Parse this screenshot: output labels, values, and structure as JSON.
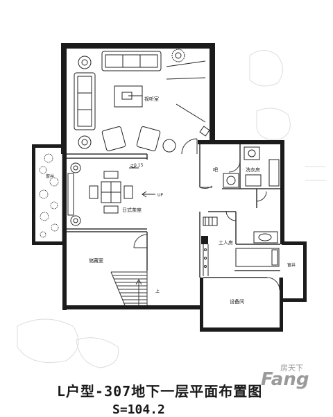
{
  "rooms": {
    "living": "视听室",
    "bar": "吧",
    "laundry": "洗衣房",
    "tea": "日式茶座",
    "storage": "储藏室",
    "worker": "工人房",
    "equipment": "设备间",
    "light_well_left": "窗井",
    "light_well_right": "窗井"
  },
  "annotations": {
    "elevation": "+0.15",
    "up_tea": "UP",
    "up_stair": "上"
  },
  "title": "L户型-307地下一层平面布置图",
  "subtitle": "S=104.2",
  "watermark": {
    "top": "房天下",
    "main": "Fang"
  },
  "colors": {
    "wall": "#1b1b1b",
    "line": "#333333",
    "watermark": "#9a9a9a"
  }
}
